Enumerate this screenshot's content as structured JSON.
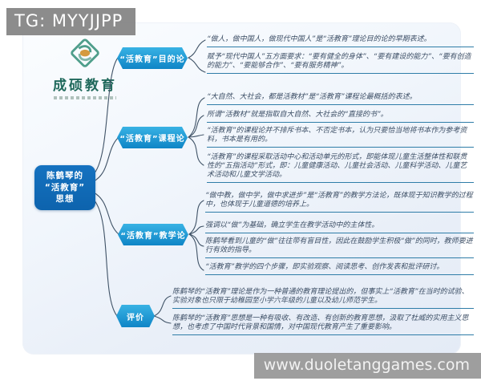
{
  "watermarks": {
    "top": "TG: MYYJJPP",
    "bottom": "www.duoletanggames.com"
  },
  "logo": {
    "name": "成硕教育"
  },
  "colors": {
    "root_blue": "#0d63ad",
    "branch_blue": "#129ad4",
    "text_navy": "#3d4f66",
    "underline_teal": "#2f7da8",
    "logo_green": "#4f9e8b",
    "logo_orange": "#d59a3e",
    "watermark_gray": "#8f8f8f"
  },
  "mindmap": {
    "root": {
      "line1": "陈鹤琴的",
      "line2": "“活教育”",
      "line3": "思想"
    },
    "branches": [
      {
        "label": "“活教育”目的论",
        "items": [
          "“做人，做中国人，做现代中国人”是“活教育”理论目的论的早期表述。",
          "赋予“现代中国人”五方面要求：“要有健全的身体”、“要有建设的能力”、“要有创造的能力”、“要能够合作”、“要有服务精神”。"
        ]
      },
      {
        "label": "“活教育”课程论",
        "items": [
          "“大自然、大社会，都是活教材”是“活教育”课程论最概括的表述。",
          "所谓“活教材”就是指取自大自然、大社会的“直接的书”。",
          "“活教育”的课程论并不排斥书本、不否定书本，认为只要恰当地将书本作为参考资料，书本是有用的。",
          "“活教育”的课程采取活动中心和活动单元的形式，即能体现儿童生活整体性和联贯性的“五指活动”形式，即：儿童健康活动、儿童社会活动、儿童科学活动、儿童艺术活动和儿童文学活动。"
        ]
      },
      {
        "label": "“活教育”教学论",
        "items": [
          "“做中教，做中学，做中求进步”是“活教育”的教学方法论，既体现于知识教学的过程中，也体现于儿童道德的培养上。",
          "强调以“做”为基础，确立学生在教学活动中的主体性。",
          "陈鹤琴看到儿童的“做”往往带有盲目性，因此在鼓励学生积极“做”的同时，教师要进行有效的指导。",
          "“活教育”教学的四个步骤，即实验观察、阅读思考、创作发表和批评研讨。"
        ]
      },
      {
        "label": "评价",
        "items": [
          "陈鹤琴的“活教育”理论是作为一种普通的教育理论提出的，但事实上“活教育”在当时的试验、实验对象也只限于幼稚园至小学六年级的儿童以及幼儿师范学生。",
          "陈鹤琴的“活教育”思想是一种有吸收、有改造、有创新的教育思想，汲取了杜威的实用主义思想，也考虑了中国时代背景和国情，对中国现代教育产生了重要影响。"
        ]
      }
    ]
  }
}
